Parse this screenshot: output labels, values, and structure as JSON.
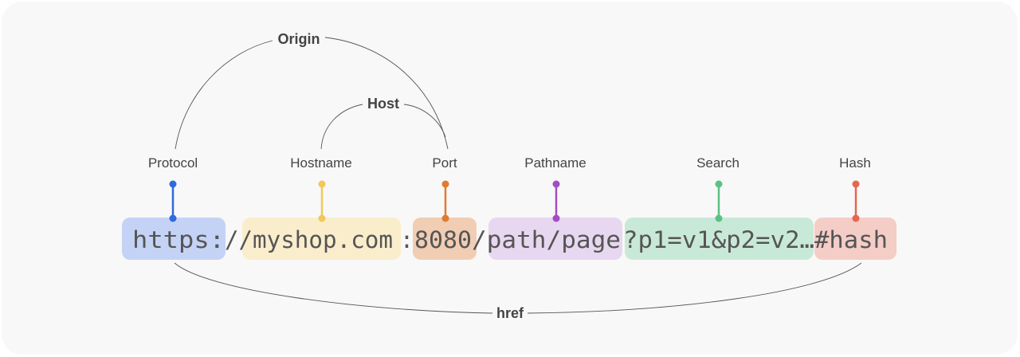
{
  "url": {
    "protocol": "https:",
    "sep": "//",
    "hostname": "myshop.com",
    "colon": ":",
    "port": "8080",
    "pathname": "/path/page",
    "search": "?p1=v1&p2=v2…",
    "hash": "#hash"
  },
  "parts": {
    "protocol": {
      "label": "Protocol",
      "color": "#2f6bdb",
      "bg": "#c4d3f5"
    },
    "hostname": {
      "label": "Hostname",
      "color": "#f1c85a",
      "bg": "#f9edcc"
    },
    "port": {
      "label": "Port",
      "color": "#e07b32",
      "bg": "#f0cdb3"
    },
    "pathname": {
      "label": "Pathname",
      "color": "#a04fc3",
      "bg": "#e8d7f0"
    },
    "search": {
      "label": "Search",
      "color": "#5cc184",
      "bg": "#c9e9d8"
    },
    "hash": {
      "label": "Hash",
      "color": "#e5674f",
      "bg": "#f4cdc7"
    }
  },
  "groups": {
    "origin": "Origin",
    "host": "Host",
    "href": "href"
  }
}
